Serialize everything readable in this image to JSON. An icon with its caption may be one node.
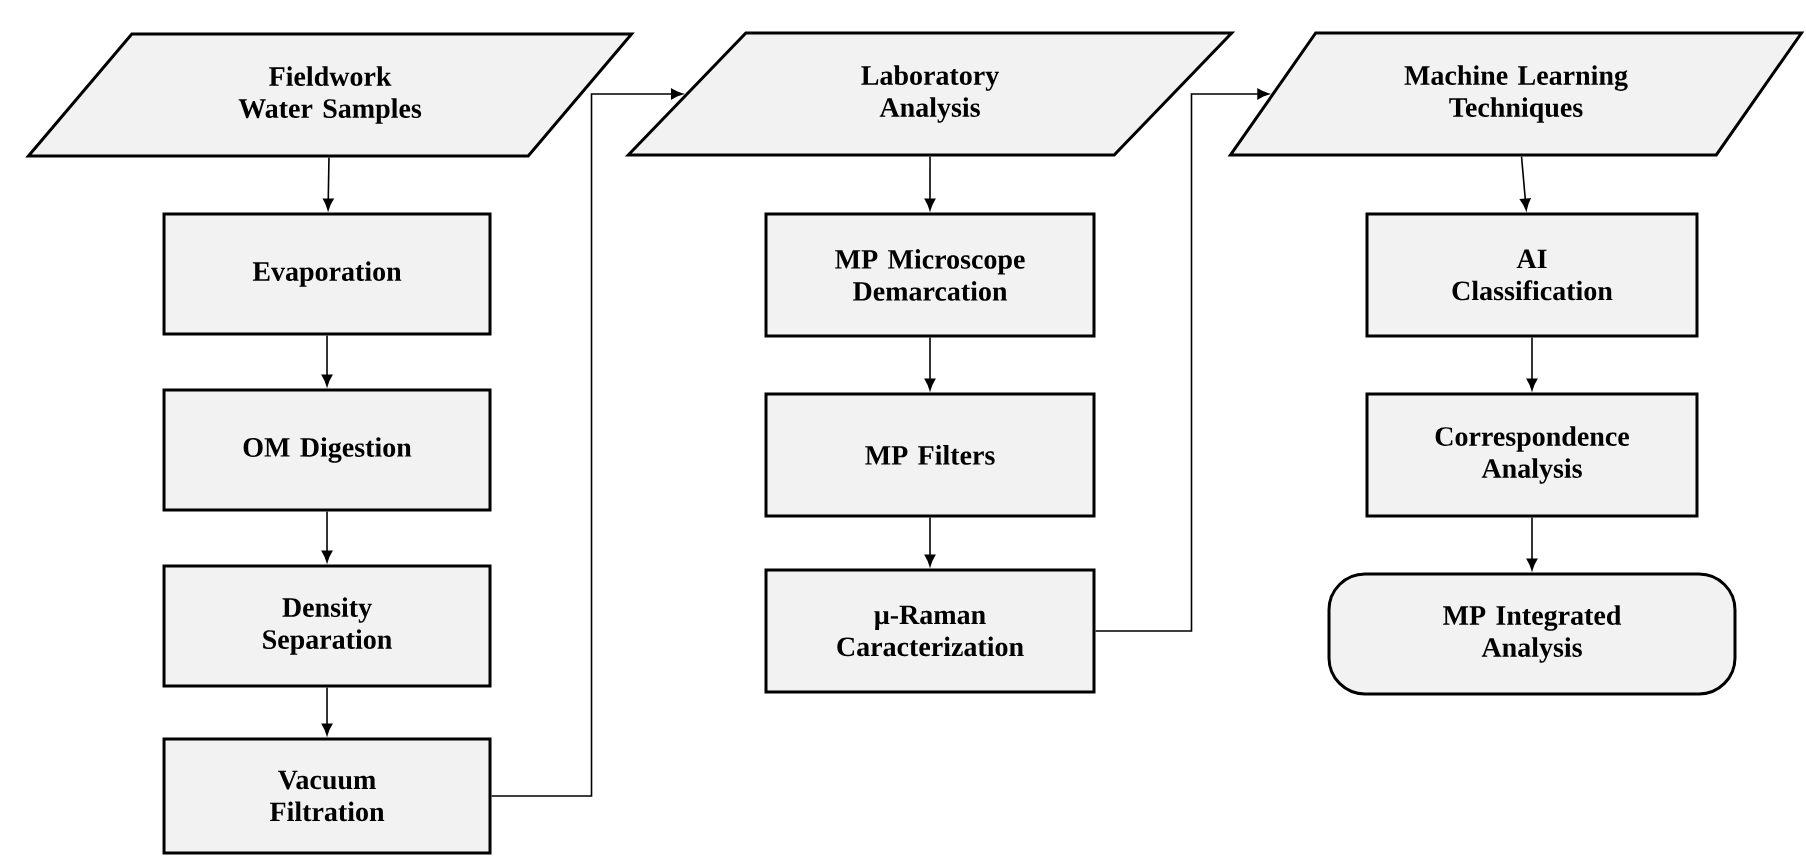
{
  "diagram": {
    "nodes": [
      {
        "text": [
          "Fieldwork Water Samples"
        ]
      },
      {
        "text": [
          "Evaporation"
        ]
      },
      {
        "text": [
          "OM Digestion"
        ]
      },
      {
        "text": [
          "Density Separation"
        ]
      },
      {
        "text": [
          "Vacuum Filtration"
        ]
      },
      {
        "text": [
          "Laboratory Analysis"
        ]
      },
      {
        "text": [
          "MP Microscope Demarcation"
        ]
      },
      {
        "text": [
          "MP Filters"
        ]
      },
      {
        "text": [
          "μ-Raman Caracterization"
        ]
      },
      {
        "text": [
          "Machine Learning Techniques"
        ]
      },
      {
        "text": [
          "AI Classification"
        ]
      },
      {
        "text": [
          "Correspondence Analysis"
        ]
      },
      {
        "text": [
          "MP Integrated Analysis"
        ]
      }
    ],
    "edges": [
      {
        "from": 0,
        "to": 1,
        "arrow": "to"
      },
      {
        "from": 1,
        "to": 2,
        "arrow": "to"
      },
      {
        "from": 2,
        "to": 3,
        "arrow": "to"
      },
      {
        "from": 3,
        "to": 4,
        "arrow": "to"
      },
      {
        "from": 4,
        "to": 5,
        "arrow": "to"
      },
      {
        "from": 5,
        "to": 6,
        "arrow": "to"
      },
      {
        "from": 6,
        "to": 7,
        "arrow": "to"
      },
      {
        "from": 7,
        "to": 8,
        "arrow": "to"
      },
      {
        "from": 8,
        "to": 9,
        "arrow": "to"
      },
      {
        "from": 9,
        "to": 10,
        "arrow": "to"
      },
      {
        "from": 10,
        "to": 11,
        "arrow": "to"
      },
      {
        "from": 11,
        "to": 12,
        "arrow": "to"
      }
    ]
  }
}
